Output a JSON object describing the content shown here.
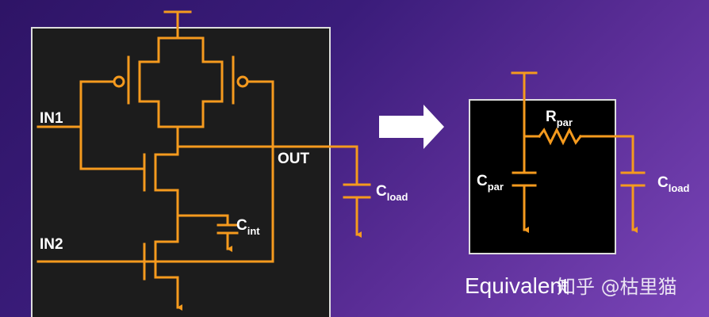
{
  "left_circuit": {
    "in1": "IN1",
    "in2": "IN2",
    "out": "OUT",
    "c_int": {
      "main": "C",
      "sub": "int"
    },
    "c_load": {
      "main": "C",
      "sub": "load"
    }
  },
  "right_circuit": {
    "r_par": {
      "main": "R",
      "sub": "par"
    },
    "c_par": {
      "main": "C",
      "sub": "par"
    },
    "c_load": {
      "main": "C",
      "sub": "load"
    }
  },
  "caption": "Equivalent",
  "watermark": "知乎 @枯里猫",
  "colors": {
    "wire": "#f59a1e",
    "panel": "#1c1c1c",
    "panel_border": "#dddddd",
    "text": "#ffffff"
  }
}
